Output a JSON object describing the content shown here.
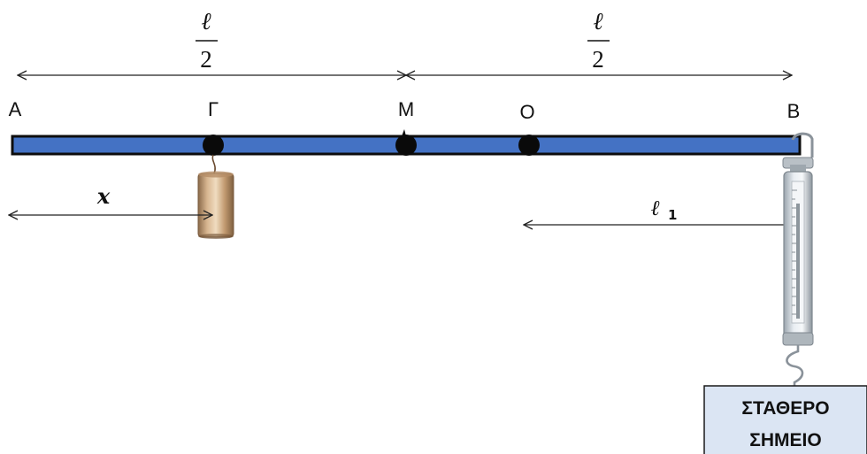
{
  "points": {
    "A": "Α",
    "G": "Γ",
    "M": "Μ",
    "O": "Ο",
    "B": "Β"
  },
  "dimensions": {
    "half_left": {
      "numerator": "ℓ",
      "denominator": "2"
    },
    "half_right": {
      "numerator": "ℓ",
      "denominator": "2"
    },
    "x_label": "x",
    "l1_main": "ℓ",
    "l1_sub": "1"
  },
  "fixed_point": {
    "line1": "ΣΤΑΘΕΡΟ",
    "line2": "ΣΗΜΕΙΟ"
  },
  "colors": {
    "rod_fill": "#4472c4",
    "rod_stroke": "#0d0d0d",
    "pivot": "#0a0a0a",
    "box_fill": "#dbe5f3",
    "box_stroke": "#1a1a1a",
    "mass_mid": "#c9a27a",
    "mass_dark": "#8a6a4a"
  }
}
